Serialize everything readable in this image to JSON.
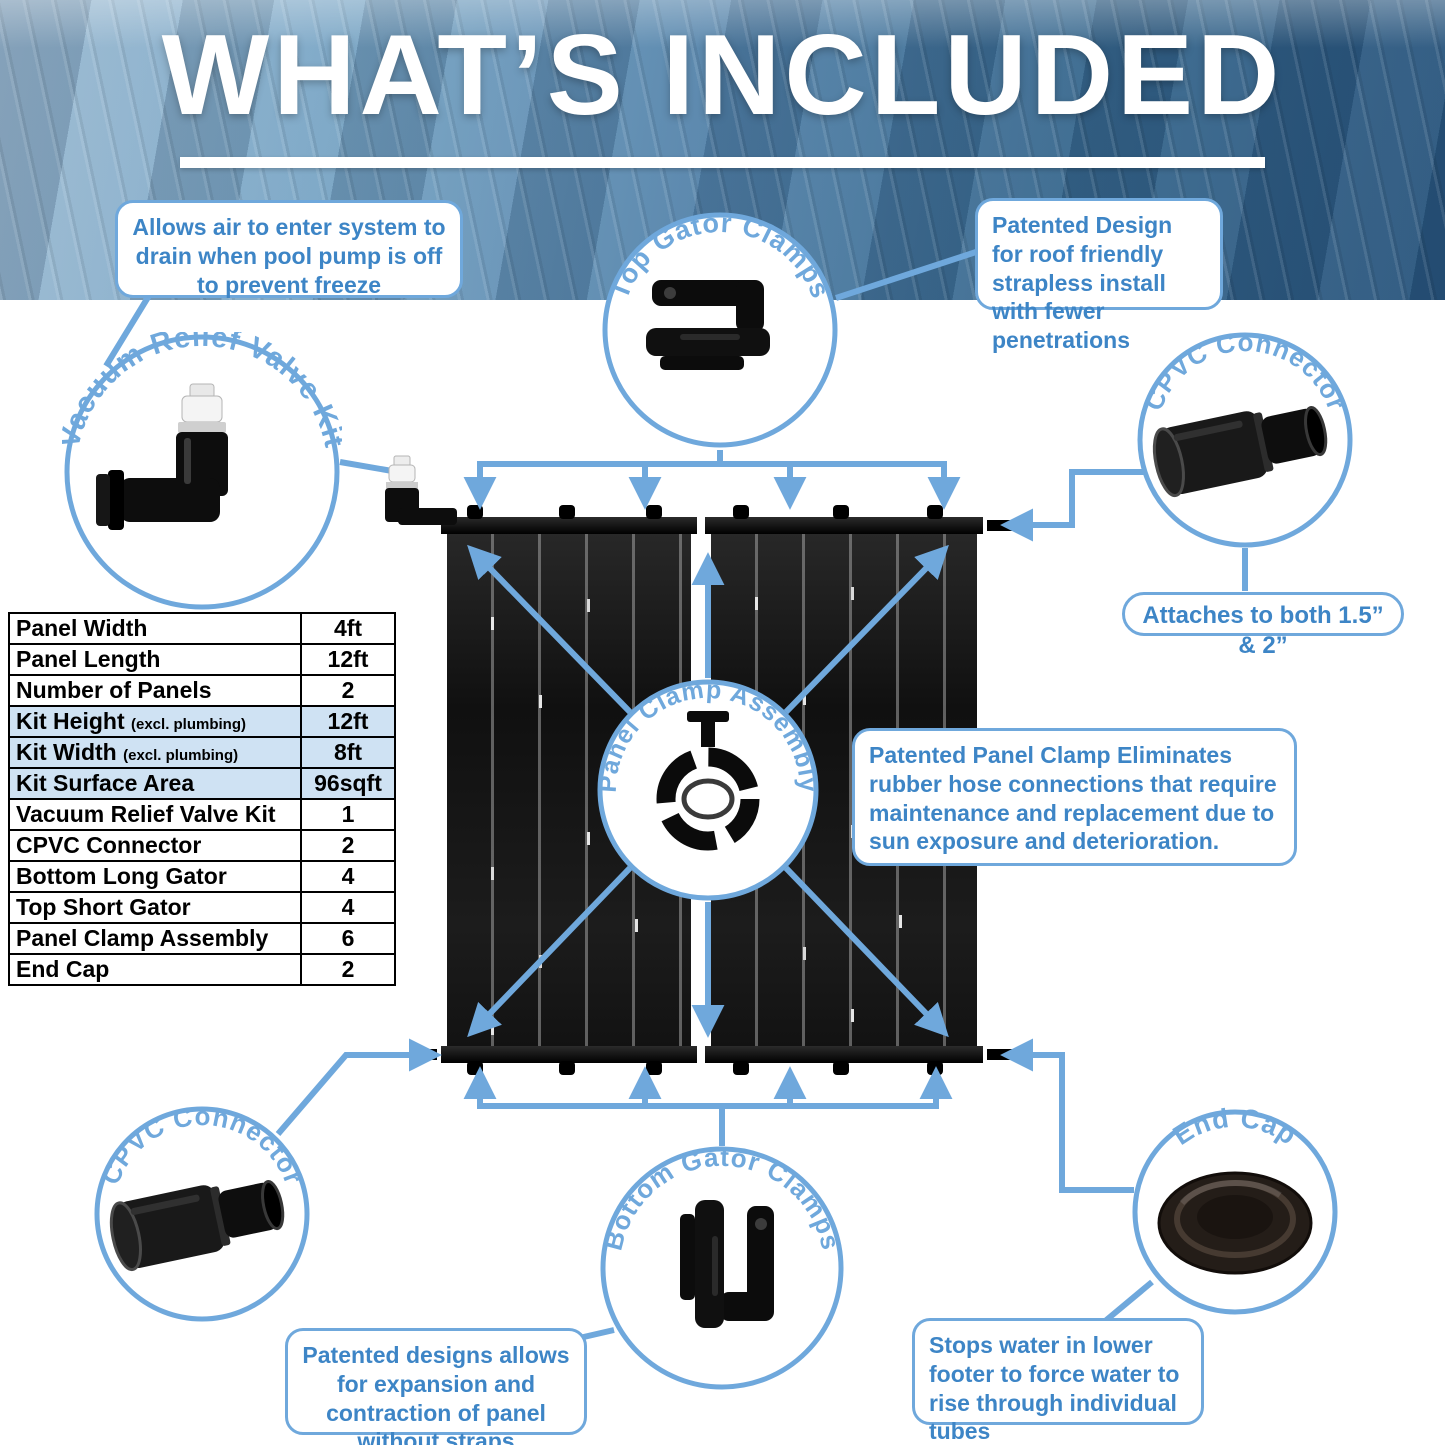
{
  "hero": {
    "title": "WHAT’S INCLUDED"
  },
  "badges": {
    "vacuum": {
      "label": "Vacuum Relief Valve Kit"
    },
    "top_gator": {
      "label": "Top Gator Clamps"
    },
    "cpvc_top": {
      "label": "CPVC Connector"
    },
    "clamp_assembly": {
      "label": "Panel Clamp Assembly"
    },
    "cpvc_bottom": {
      "label": "CPVC Connector"
    },
    "bottom_gator": {
      "label": "Bottom Gator Clamps"
    },
    "end_cap": {
      "label": "End Cap"
    }
  },
  "callouts": {
    "vacuum_note": "Allows air to enter system to drain when pool pump is off to prevent freeze",
    "top_gator_note": "Patented Design for roof friendly strapless install with fewer penetrations",
    "cpvc_note": "Attaches to both 1.5” & 2”",
    "clamp_note": "Patented Panel Clamp Eliminates rubber hose connections that require maintenance and replacement due to sun exposure and deterioration.",
    "bottom_gator_note": "Patented designs allows for expansion and contraction of panel without straps",
    "end_cap_note": "Stops water in lower footer to force water to rise through individual tubes"
  },
  "spec_table": {
    "rows": [
      {
        "label": "Panel Width",
        "value": "4ft"
      },
      {
        "label": "Panel Length",
        "value": "12ft"
      },
      {
        "label": "Number of Panels",
        "value": "2"
      },
      {
        "label": "Kit Height",
        "note": "(excl. plumbing)",
        "value": "12ft",
        "highlight": true
      },
      {
        "label": "Kit Width",
        "note": "(excl. plumbing)",
        "value": "8ft",
        "highlight": true
      },
      {
        "label": "Kit Surface Area",
        "value": "96sqft",
        "highlight": true
      },
      {
        "label": "Vacuum Relief Valve Kit",
        "value": "1"
      },
      {
        "label": "CPVC Connector",
        "value": "2"
      },
      {
        "label": "Bottom Long Gator",
        "value": "4"
      },
      {
        "label": "Top Short Gator",
        "value": "4"
      },
      {
        "label": "Panel Clamp Assembly",
        "value": "6"
      },
      {
        "label": "End Cap",
        "value": "2"
      }
    ]
  },
  "colors": {
    "accent": "#6fa8dc",
    "callout_text": "#3d85c6",
    "highlight_row": "#cfe2f3"
  }
}
